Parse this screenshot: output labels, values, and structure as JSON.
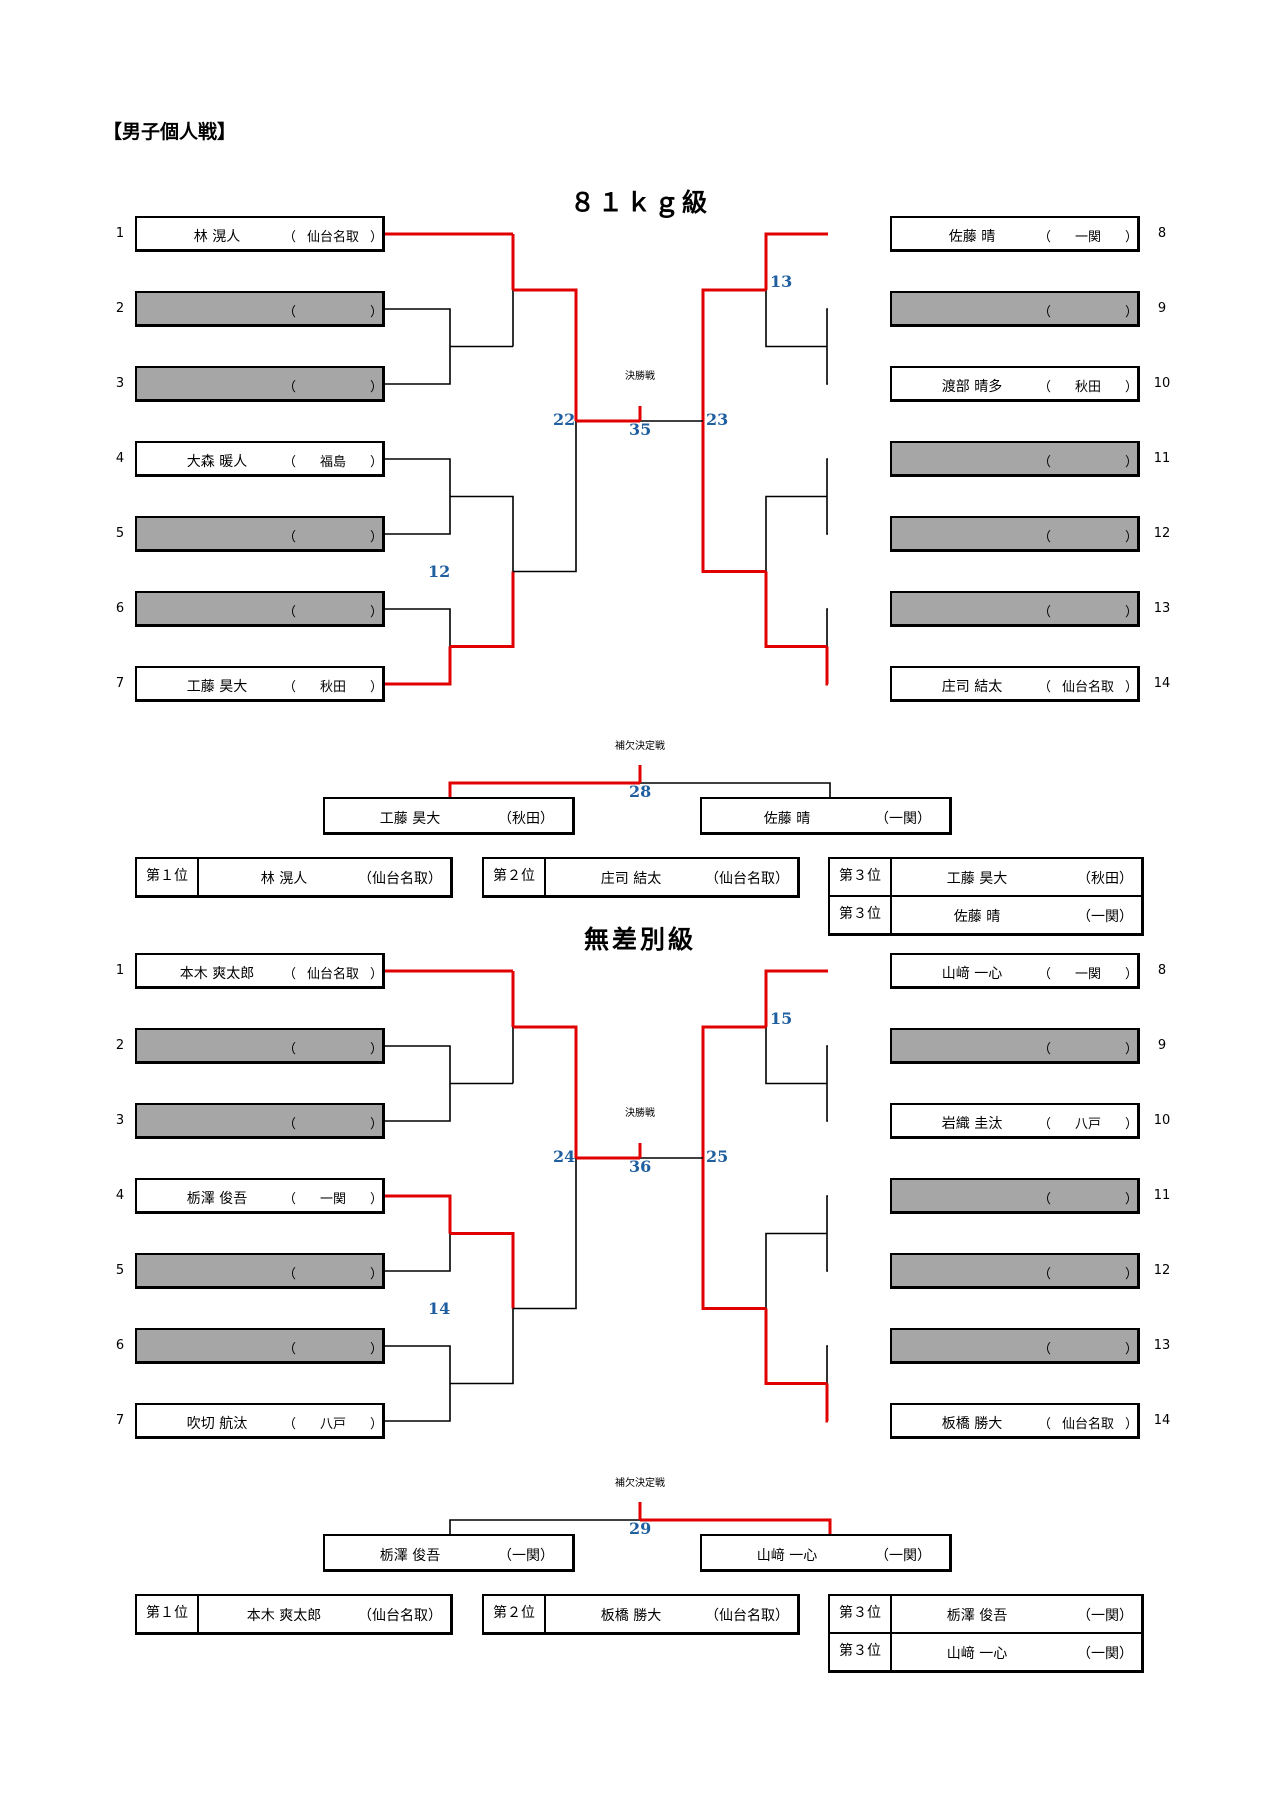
{
  "title": "【男子個人戦】",
  "colors": {
    "winner_line": "#e00000",
    "normal_line": "#000000",
    "empty_box": "#a6a6a6",
    "match_number": "#1f5fa0"
  },
  "divisions": [
    {
      "name": "８１ｋｇ級",
      "left": [
        {
          "seed": "1",
          "name": "林 滉人",
          "pref": "仙台名取",
          "empty": false
        },
        {
          "seed": "2",
          "name": "",
          "pref": "",
          "empty": true
        },
        {
          "seed": "3",
          "name": "",
          "pref": "",
          "empty": true
        },
        {
          "seed": "4",
          "name": "大森 暖人",
          "pref": "福島",
          "empty": false
        },
        {
          "seed": "5",
          "name": "",
          "pref": "",
          "empty": true
        },
        {
          "seed": "6",
          "name": "",
          "pref": "",
          "empty": true
        },
        {
          "seed": "7",
          "name": "工藤 昊大",
          "pref": "秋田",
          "empty": false
        }
      ],
      "right": [
        {
          "seed": "8",
          "name": "佐藤 晴",
          "pref": "一関",
          "empty": false
        },
        {
          "seed": "9",
          "name": "",
          "pref": "",
          "empty": true
        },
        {
          "seed": "10",
          "name": "渡部 晴多",
          "pref": "秋田",
          "empty": false
        },
        {
          "seed": "11",
          "name": "",
          "pref": "",
          "empty": true
        },
        {
          "seed": "12",
          "name": "",
          "pref": "",
          "empty": true
        },
        {
          "seed": "13",
          "name": "",
          "pref": "",
          "empty": true
        },
        {
          "seed": "14",
          "name": "庄司 結太",
          "pref": "仙台名取",
          "empty": false
        }
      ],
      "match_numbers": {
        "left_top": "",
        "left_bottom": "12",
        "left_semi": "22",
        "final": "35",
        "right_semi": "23",
        "right_top": "13",
        "right_bottom": "",
        "consolation": "28"
      },
      "final_label": "決勝戦",
      "consolation_label": "補欠決定戦",
      "consolation": [
        {
          "name": "工藤 昊大",
          "pref": "（秋田）"
        },
        {
          "name": "佐藤 晴",
          "pref": "（一関）"
        }
      ],
      "results": {
        "first": {
          "rank": "第１位",
          "name": "林 滉人",
          "pref": "（仙台名取）"
        },
        "second": {
          "rank": "第２位",
          "name": "庄司 結太",
          "pref": "（仙台名取）"
        },
        "third": [
          {
            "rank": "第３位",
            "name": "工藤 昊大",
            "pref": "（秋田）"
          },
          {
            "rank": "第３位",
            "name": "佐藤 晴",
            "pref": "（一関）"
          }
        ]
      }
    },
    {
      "name": "無差別級",
      "left": [
        {
          "seed": "1",
          "name": "本木 爽太郎",
          "pref": "仙台名取",
          "empty": false
        },
        {
          "seed": "2",
          "name": "",
          "pref": "",
          "empty": true
        },
        {
          "seed": "3",
          "name": "",
          "pref": "",
          "empty": true
        },
        {
          "seed": "4",
          "name": "栃澤 俊吾",
          "pref": "一関",
          "empty": false
        },
        {
          "seed": "5",
          "name": "",
          "pref": "",
          "empty": true
        },
        {
          "seed": "6",
          "name": "",
          "pref": "",
          "empty": true
        },
        {
          "seed": "7",
          "name": "吹切 航汰",
          "pref": "八戸",
          "empty": false
        }
      ],
      "right": [
        {
          "seed": "8",
          "name": "山﨑 一心",
          "pref": "一関",
          "empty": false
        },
        {
          "seed": "9",
          "name": "",
          "pref": "",
          "empty": true
        },
        {
          "seed": "10",
          "name": "岩織 圭汰",
          "pref": "八戸",
          "empty": false
        },
        {
          "seed": "11",
          "name": "",
          "pref": "",
          "empty": true
        },
        {
          "seed": "12",
          "name": "",
          "pref": "",
          "empty": true
        },
        {
          "seed": "13",
          "name": "",
          "pref": "",
          "empty": true
        },
        {
          "seed": "14",
          "name": "板橋 勝大",
          "pref": "仙台名取",
          "empty": false
        }
      ],
      "match_numbers": {
        "left_top": "",
        "left_bottom": "14",
        "left_semi": "24",
        "final": "36",
        "right_semi": "25",
        "right_top": "15",
        "right_bottom": "",
        "consolation": "29"
      },
      "final_label": "決勝戦",
      "consolation_label": "補欠決定戦",
      "consolation": [
        {
          "name": "栃澤 俊吾",
          "pref": "（一関）"
        },
        {
          "name": "山﨑 一心",
          "pref": "（一関）"
        }
      ],
      "results": {
        "first": {
          "rank": "第１位",
          "name": "本木 爽太郎",
          "pref": "（仙台名取）"
        },
        "second": {
          "rank": "第２位",
          "name": "板橋 勝大",
          "pref": "（仙台名取）"
        },
        "third": [
          {
            "rank": "第３位",
            "name": "栃澤 俊吾",
            "pref": "（一関）"
          },
          {
            "rank": "第３位",
            "name": "山﨑 一心",
            "pref": "（一関）"
          }
        ]
      }
    }
  ]
}
